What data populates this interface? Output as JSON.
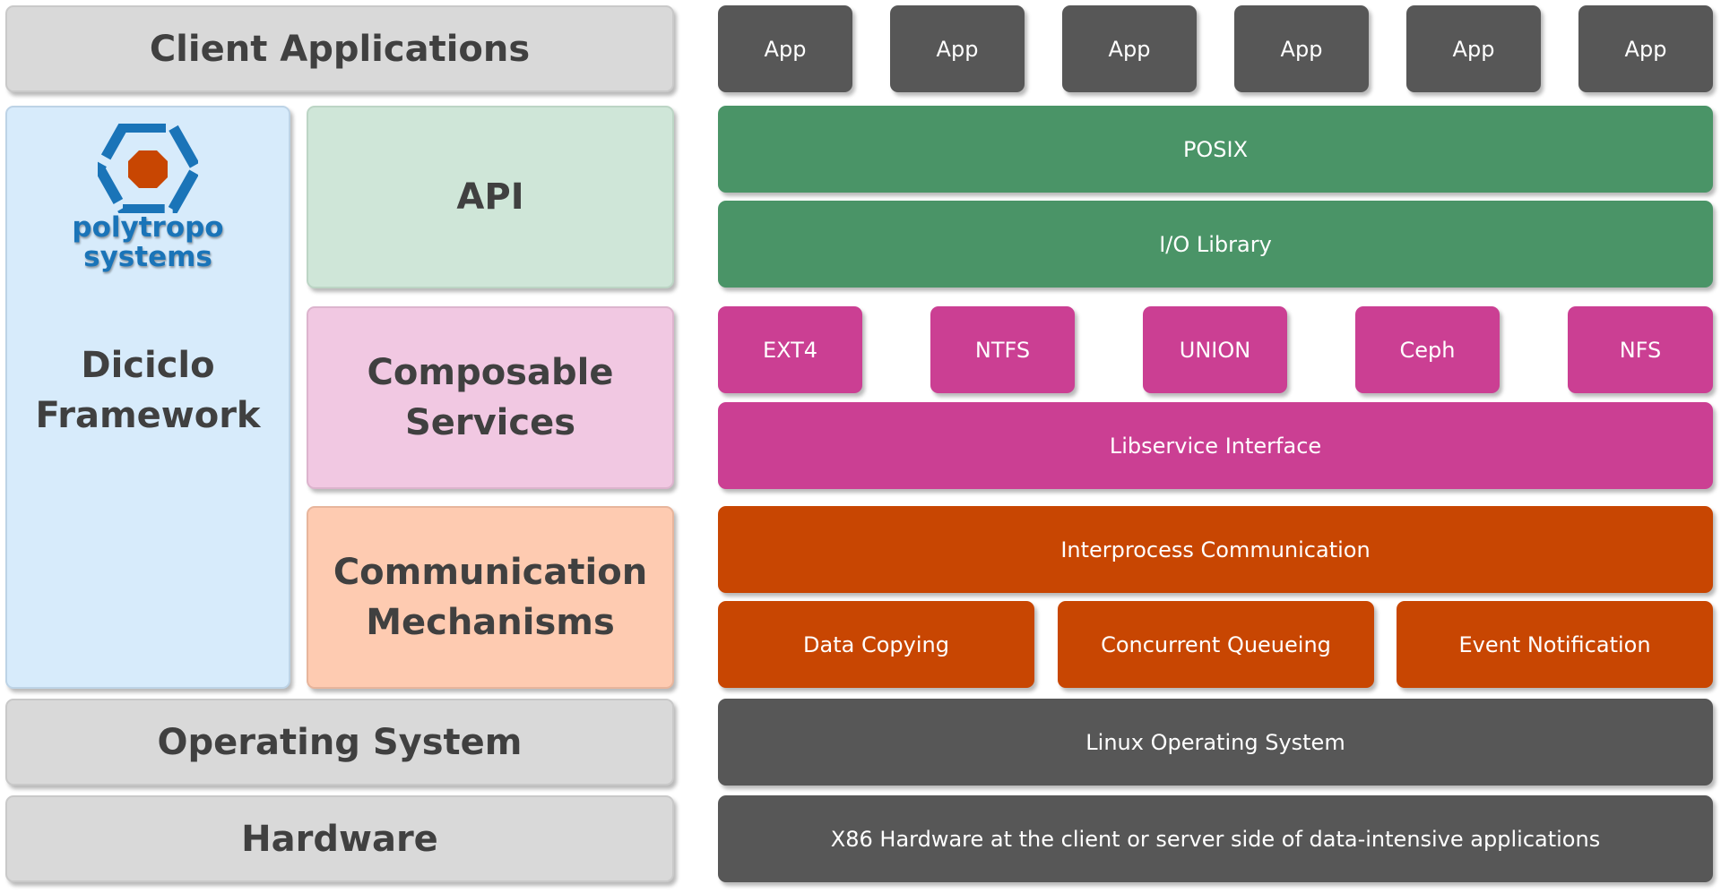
{
  "left": {
    "client": "Client Applications",
    "framework_line1": "Diciclo",
    "framework_line2": "Framework",
    "logo_line1": "polytropo",
    "logo_line2": "systems",
    "api": "API",
    "composable_line1": "Composable",
    "composable_line2": "Services",
    "communication_line1": "Communication",
    "communication_line2": "Mechanisms",
    "os": "Operating System",
    "hardware": "Hardware"
  },
  "right": {
    "apps": [
      "App",
      "App",
      "App",
      "App",
      "App",
      "App"
    ],
    "posix": "POSIX",
    "io_library": "I/O Library",
    "filesystems": [
      "EXT4",
      "NTFS",
      "UNION",
      "Ceph",
      "NFS"
    ],
    "libservice": "Libservice Interface",
    "ipc": "Interprocess Communication",
    "ipc_parts": [
      "Data Copying",
      "Concurrent Queueing",
      "Event Notification"
    ],
    "linux": "Linux Operating System",
    "hardware": "X86 Hardware at the client or server side of data-intensive applications"
  },
  "colors": {
    "dark": "#575757",
    "green": "#4a9467",
    "magenta": "#cb3f93",
    "orange": "#c84602",
    "logo_blue": "#1a74b8",
    "logo_core": "#c84602"
  },
  "icons": {
    "logo": "polytropo-hexagon-logo-icon"
  }
}
